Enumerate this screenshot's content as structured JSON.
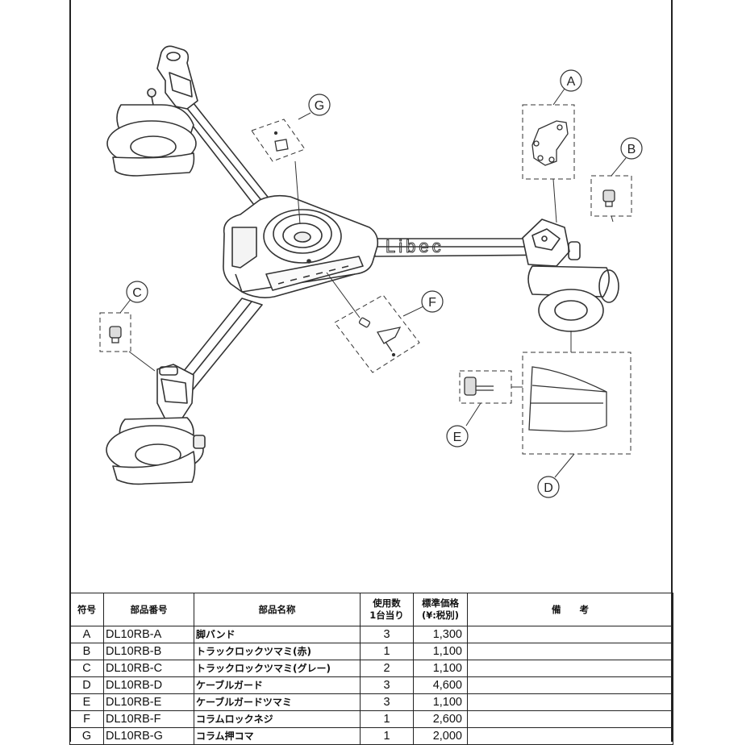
{
  "diagram": {
    "brand_logo_text": "Libec",
    "callouts": [
      "A",
      "B",
      "C",
      "D",
      "E",
      "F",
      "G"
    ]
  },
  "table": {
    "headers": {
      "symbol": "符号",
      "part_number": "部品番号",
      "part_name": "部品名称",
      "quantity_line1": "使用数",
      "quantity_line2": "1台当り",
      "price_line1": "標準価格",
      "price_line2": "(¥:税別)",
      "remarks": "備　　考"
    },
    "rows": [
      {
        "symbol": "A",
        "part_number": "DL10RB-A",
        "part_name": "脚バンド",
        "quantity": "3",
        "price": "1,300",
        "remarks": ""
      },
      {
        "symbol": "B",
        "part_number": "DL10RB-B",
        "part_name": "トラックロックツマミ(赤)",
        "quantity": "1",
        "price": "1,100",
        "remarks": ""
      },
      {
        "symbol": "C",
        "part_number": "DL10RB-C",
        "part_name": "トラックロックツマミ(グレー)",
        "quantity": "2",
        "price": "1,100",
        "remarks": ""
      },
      {
        "symbol": "D",
        "part_number": "DL10RB-D",
        "part_name": "ケーブルガード",
        "quantity": "3",
        "price": "4,600",
        "remarks": ""
      },
      {
        "symbol": "E",
        "part_number": "DL10RB-E",
        "part_name": "ケーブルガードツマミ",
        "quantity": "3",
        "price": "1,100",
        "remarks": ""
      },
      {
        "symbol": "F",
        "part_number": "DL10RB-F",
        "part_name": "コラムロックネジ",
        "quantity": "1",
        "price": "2,600",
        "remarks": ""
      },
      {
        "symbol": "G",
        "part_number": "DL10RB-G",
        "part_name": "コラム押コマ",
        "quantity": "1",
        "price": "2,000",
        "remarks": ""
      }
    ]
  }
}
